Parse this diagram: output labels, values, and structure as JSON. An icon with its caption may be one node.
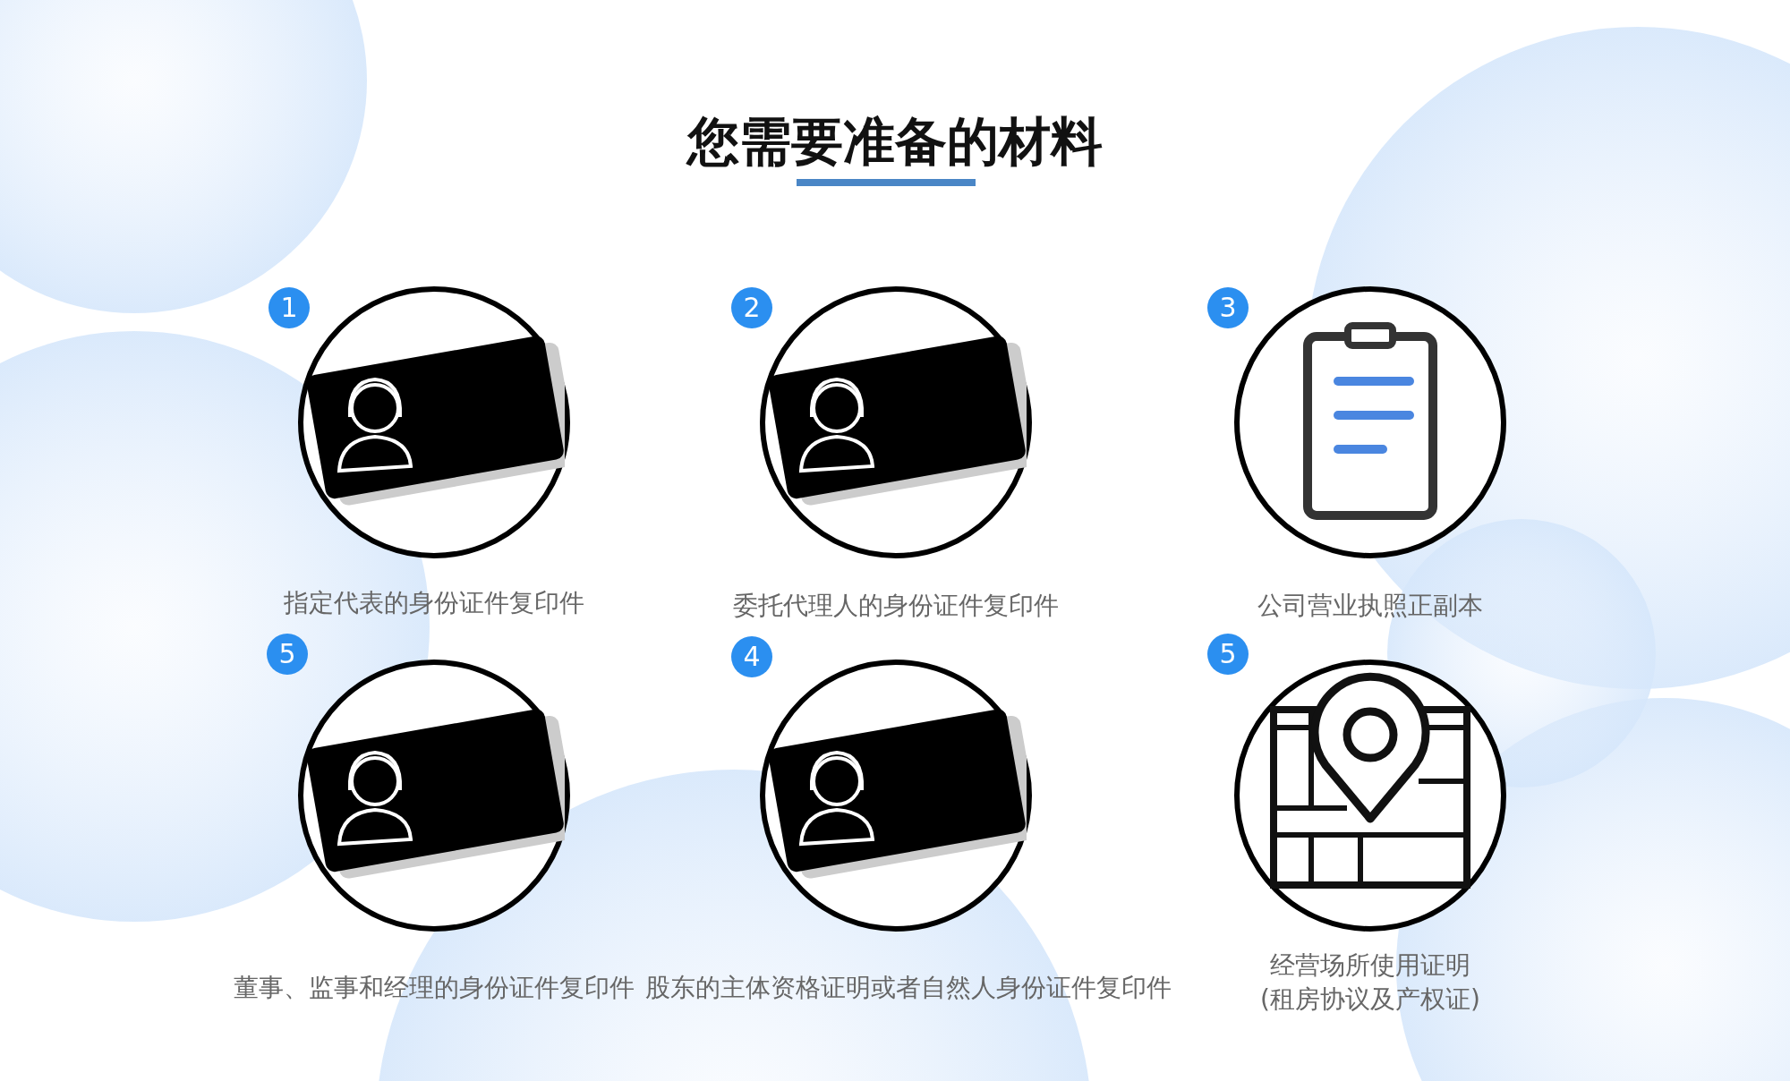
{
  "diagram": {
    "title": "您需要准备的材料",
    "nodes": [
      {
        "text": [
          "1"
        ]
      },
      {
        "text": [],
        "shape": "circle"
      },
      {
        "text": [
          "2"
        ]
      },
      {
        "text": [],
        "shape": "circle"
      },
      {
        "text": [
          "3"
        ]
      },
      {
        "text": [],
        "shape": "circle"
      },
      {
        "text": [
          "5"
        ]
      },
      {
        "text": [],
        "shape": "circle"
      },
      {
        "text": [
          "4"
        ]
      },
      {
        "text": [],
        "shape": "circle"
      },
      {
        "text": [
          "5"
        ]
      },
      {
        "text": [],
        "shape": "circle"
      }
    ],
    "labels": [
      "指定代表的身份证件复印件",
      "委托代理人的身份证件复印件",
      "公司营业执照正副本",
      "董事、监事和经理的身份证件复印件",
      "股东的主体资格证明或者自然人身份证件复印件",
      "经营场所使用证明(租房协议及产权证)"
    ]
  }
}
